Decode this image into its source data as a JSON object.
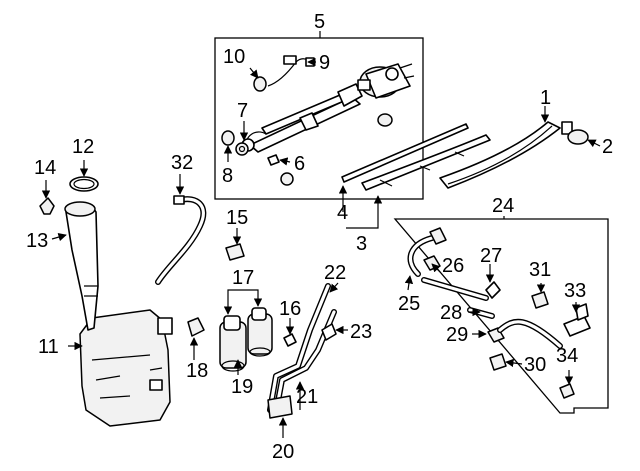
{
  "callouts": {
    "c1": "1",
    "c2": "2",
    "c3": "3",
    "c4": "4",
    "c5": "5",
    "c6": "6",
    "c7": "7",
    "c8": "8",
    "c9": "9",
    "c10": "10",
    "c11": "11",
    "c12": "12",
    "c13": "13",
    "c14": "14",
    "c15": "15",
    "c16": "16",
    "c17": "17",
    "c18": "18",
    "c19": "19",
    "c20": "20",
    "c21": "21",
    "c22": "22",
    "c23": "23",
    "c24": "24",
    "c25": "25",
    "c26": "26",
    "c27": "27",
    "c28": "28",
    "c29": "29",
    "c30": "30",
    "c31": "31",
    "c32": "32",
    "c33": "33",
    "c34": "34"
  },
  "colors": {
    "line": "#000000",
    "background": "#ffffff",
    "part_fill": "#f2f2f2"
  }
}
